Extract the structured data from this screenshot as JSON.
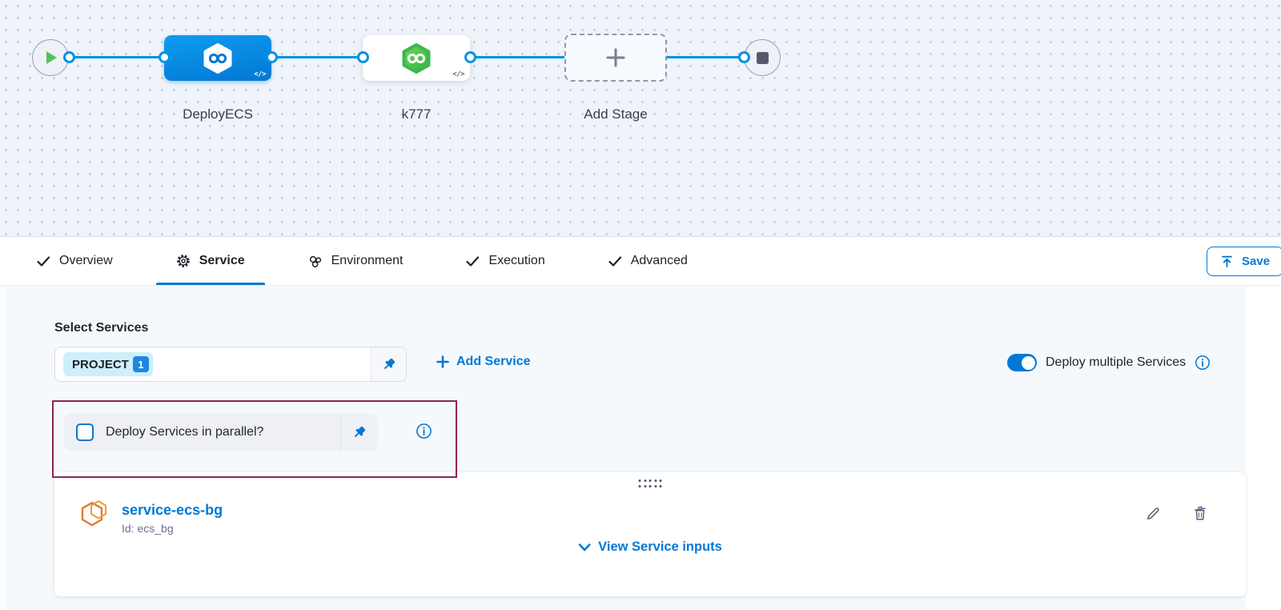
{
  "pipeline": {
    "stage_deploy": {
      "label": "DeployECS",
      "code_badge": "</>"
    },
    "stage_k777": {
      "label": "k777",
      "code_badge": "</>"
    },
    "add_stage_label": "Add Stage"
  },
  "tabs": {
    "overview": "Overview",
    "service": "Service",
    "environment": "Environment",
    "execution": "Execution",
    "advanced": "Advanced",
    "save": "Save"
  },
  "services": {
    "section_label": "Select Services",
    "chip_text": "PROJECT",
    "chip_count": "1",
    "add_service": "Add Service",
    "deploy_multiple": "Deploy multiple Services",
    "parallel_question": "Deploy Services in parallel?",
    "card": {
      "name": "service-ecs-bg",
      "id": "Id: ecs_bg",
      "view_inputs": "View Service inputs"
    }
  },
  "colors": {
    "primary_blue": "#0278d5",
    "connector_blue": "#0092e4",
    "stage_green": "#42ba54",
    "annotation_maroon": "#8e2456",
    "service_icon_orange": "#e8813a"
  }
}
